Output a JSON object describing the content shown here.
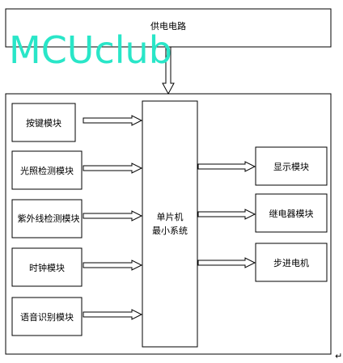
{
  "power_box": {
    "label": "供电电路"
  },
  "watermark": {
    "text": "MCUclub",
    "color": "#29e6c8"
  },
  "mcu": {
    "line1": "单片机",
    "line2": "最小系统"
  },
  "inputs": [
    {
      "label": "按键模块"
    },
    {
      "label": "光照检测模块"
    },
    {
      "label": "紫外线检测模块"
    },
    {
      "label": "时钟模块"
    },
    {
      "label": "语音识别模块"
    }
  ],
  "outputs": [
    {
      "label": "显示模块"
    },
    {
      "label": "继电器模块"
    },
    {
      "label": "步进电机"
    }
  ],
  "footnote": {
    "mark": "↵"
  }
}
